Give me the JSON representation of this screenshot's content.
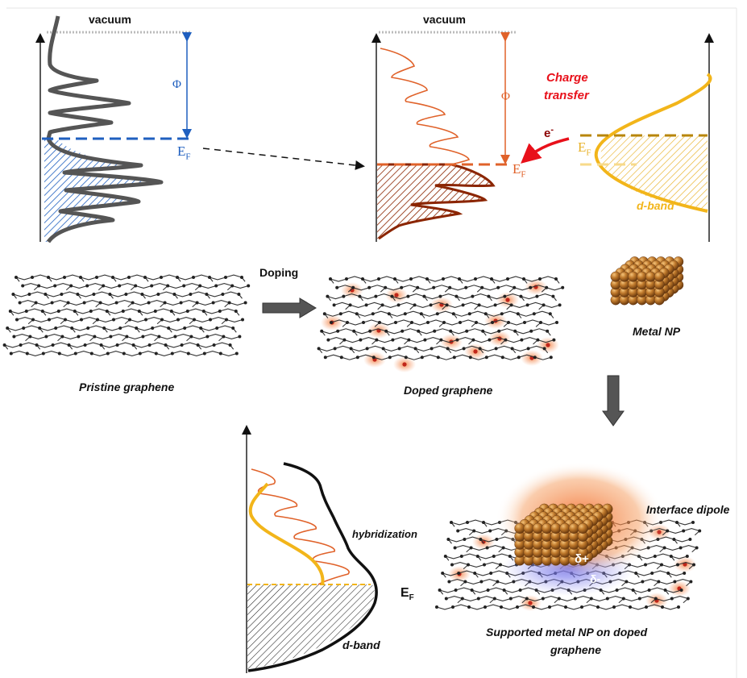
{
  "panels": {
    "pristine_dos": {
      "vacuum_label": "vacuum",
      "work_function_symbol": "Φ",
      "fermi_symbol": "E",
      "fermi_sub": "F"
    },
    "doped_dos": {
      "vacuum_label": "vacuum",
      "work_function_symbol": "Φ",
      "fermi_symbol": "E",
      "fermi_sub": "F",
      "charge_transfer_line1": "Charge",
      "charge_transfer_line2": "transfer",
      "electron_symbol": "e",
      "electron_sup": "-"
    },
    "metal_dos": {
      "fermi_symbol": "E",
      "fermi_sub": "F",
      "dband_label": "d-band"
    },
    "hybrid_dos": {
      "hybridization_label": "hybridization",
      "fermi_symbol": "E",
      "fermi_sub": "F",
      "dband_label": "d-band"
    }
  },
  "structures": {
    "doping_label": "Doping",
    "pristine_caption": "Pristine graphene",
    "doped_caption": "Doped graphene",
    "metal_caption": "Metal NP",
    "supported_caption_line1": "Supported metal NP on doped",
    "supported_caption_line2": "graphene",
    "interface_dipole_label": "Interface dipole",
    "delta_plus": "δ+",
    "delta_minus": "δ-"
  },
  "colors": {
    "gray_dos": "#555555",
    "blue": "#1f5fbf",
    "orange": "#e0622a",
    "dark_red": "#8b2500",
    "gold": "#f2b51a",
    "dark_gold": "#b8860b",
    "red_arrow": "#e8101a",
    "np_brown": "#b5651d"
  }
}
